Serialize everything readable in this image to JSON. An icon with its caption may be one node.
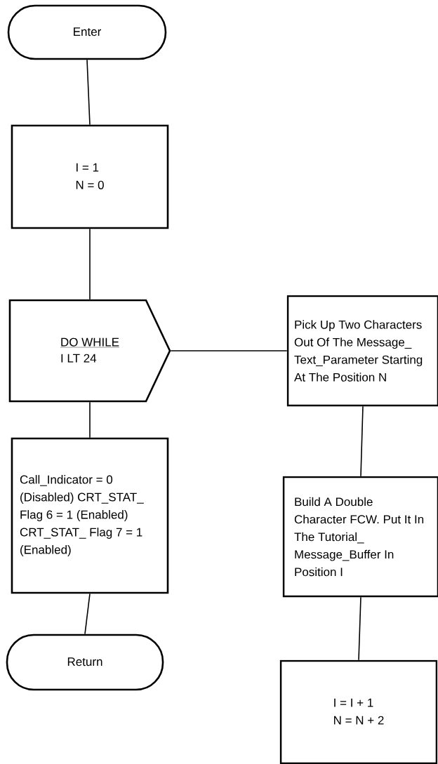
{
  "diagram": {
    "nodes": [
      {
        "text": [
          "Enter"
        ]
      },
      {
        "text": [
          "I = 1",
          "N = 0"
        ]
      },
      {
        "text": [
          "DO WHILE",
          "I LT 24"
        ]
      },
      {
        "text": [
          "Pick Up Two Characters Out Of The Message_ Text_Parameter Starting At The Position N"
        ]
      },
      {
        "text": [
          "Call_Indicator = 0 (Disabled) CRT_STAT_ Flag 6 = 1 (Enabled) CRT_STAT_ Flag 7 = 1 (Enabled)"
        ]
      },
      {
        "text": [
          "Build A Double Character FCW. Put It In The Tutorial_ Message_Buffer In Position I"
        ]
      },
      {
        "text": [
          "Return"
        ]
      },
      {
        "text": [
          "I = I + 1",
          "N = N + 2"
        ]
      }
    ],
    "edges": [
      {
        "from": 0,
        "to": 1,
        "arrow": "none"
      },
      {
        "from": 1,
        "to": 2,
        "arrow": "none"
      },
      {
        "from": 2,
        "to": 3,
        "arrow": "none"
      },
      {
        "from": 2,
        "to": 4,
        "arrow": "none"
      },
      {
        "from": 3,
        "to": 5,
        "arrow": "none"
      },
      {
        "from": 4,
        "to": 6,
        "arrow": "none"
      },
      {
        "from": 5,
        "to": 7,
        "arrow": "none"
      }
    ]
  }
}
